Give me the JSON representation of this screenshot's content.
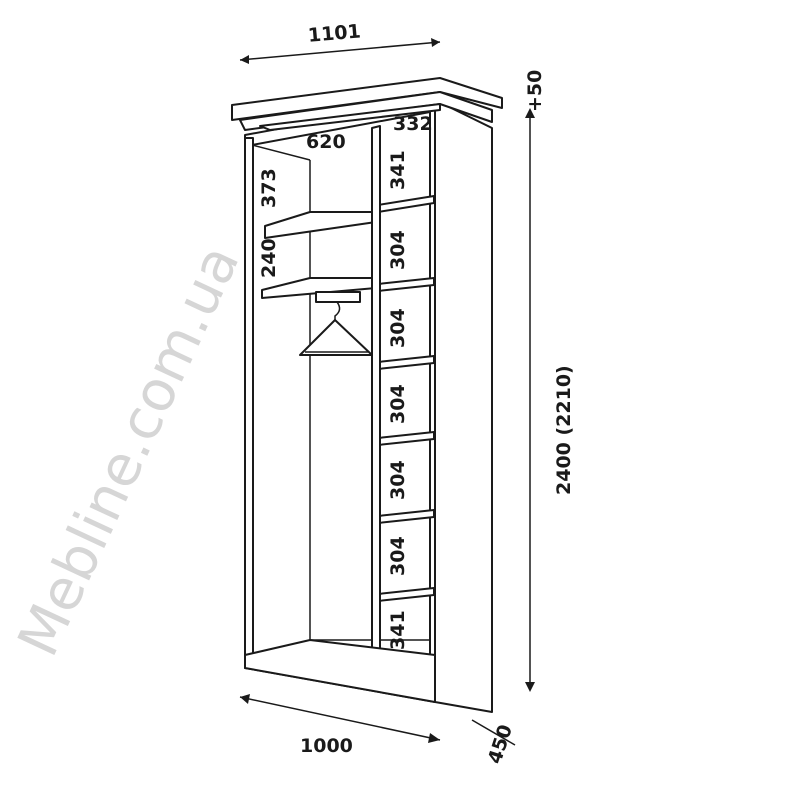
{
  "watermark": "Mebline.com.ua",
  "dimensions": {
    "cornice_width": "1101",
    "cornice_extra_height": "+50",
    "left_section_width": "620",
    "right_section_width": "332",
    "left_top_shelf_height": "373",
    "left_second_shelf_height": "240",
    "right_shelves": [
      "341",
      "304",
      "304",
      "304",
      "304",
      "304",
      "341"
    ],
    "total_height": "2400 (2210)",
    "total_width": "1000",
    "depth": "450"
  }
}
